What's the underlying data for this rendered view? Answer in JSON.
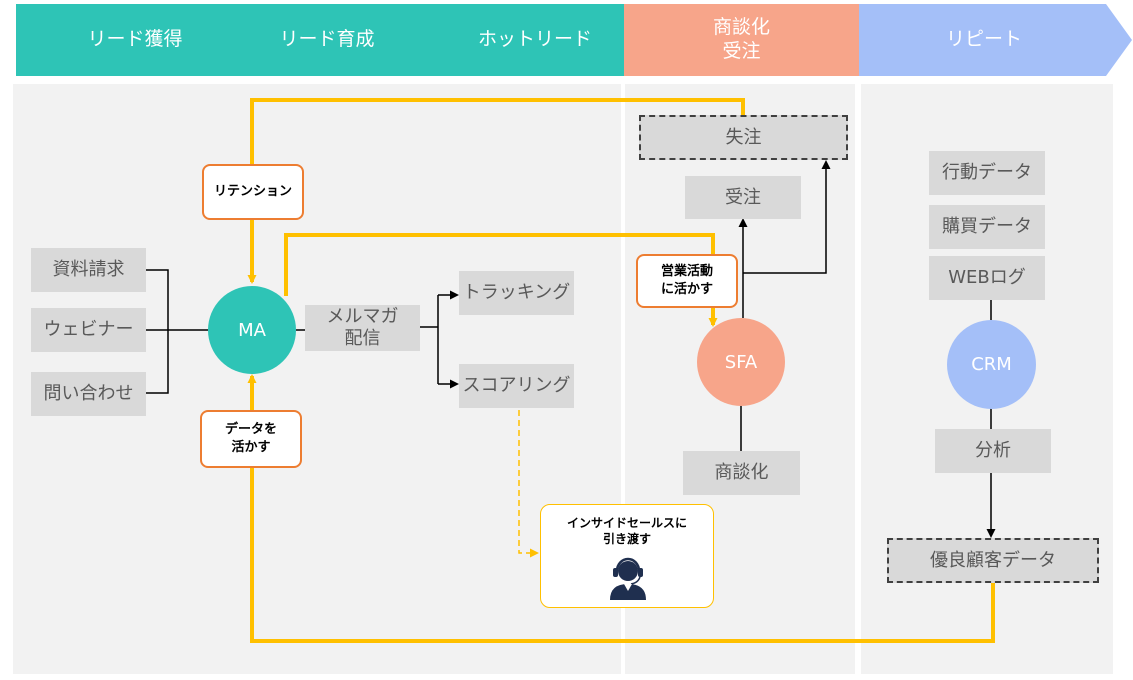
{
  "colors": {
    "teal": "#2ec4b6",
    "salmon": "#f7a58a",
    "blue": "#a4bff8",
    "yellow": "#ffc000",
    "orange": "#ed7d31",
    "gray_box": "#d9d9d9",
    "panel": "#f2f2f2"
  },
  "stages": {
    "lead_acquisition": "リード獲得",
    "lead_nurturing": "リード育成",
    "hot_lead": "ホットリード",
    "negotiation": "商談化\n受注",
    "repeat": "リピート"
  },
  "sources": {
    "document_request": "資料請求",
    "webinar": "ウェビナー",
    "inquiry": "問い合わせ"
  },
  "ma": {
    "label": "MA",
    "newsletter": "メルマガ\n配信",
    "tracking": "トラッキング",
    "scoring": "スコアリング"
  },
  "annotations": {
    "retention": "リテンション",
    "use_data": "データを\n活かす",
    "use_sales": "営業活動\nに活かす"
  },
  "inside_sales": {
    "label": "インサイドセールスに\n引き渡す",
    "icon": "headset-operator-icon"
  },
  "sfa": {
    "label": "SFA",
    "lost": "失注",
    "won": "受注",
    "negotiation": "商談化"
  },
  "crm": {
    "label": "CRM",
    "behavior_data": "行動データ",
    "purchase_data": "購買データ",
    "web_log": "WEBログ",
    "analysis": "分析",
    "premium_customer_data": "優良顧客データ"
  }
}
